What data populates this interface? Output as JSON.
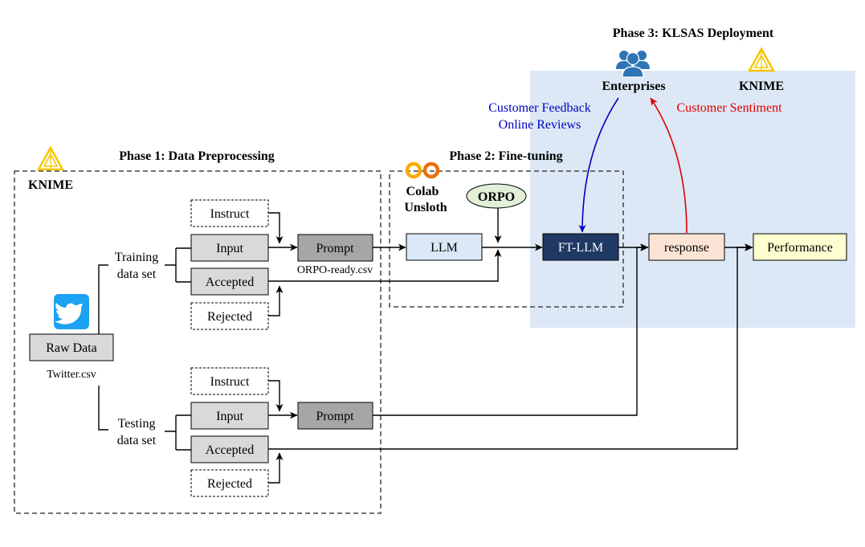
{
  "phases": {
    "phase1_title": "Phase 1: Data Preprocessing",
    "phase2_title": "Phase 2: Fine-tuning",
    "phase3_title": "Phase 3: KLSAS Deployment"
  },
  "platforms": {
    "knime_label_phase1": "KNIME",
    "knime_label_phase3": "KNIME",
    "colab_line1": "Colab",
    "colab_line2": "Unsloth",
    "enterprises": "Enterprises"
  },
  "source": {
    "raw_data": "Raw Data",
    "file": "Twitter.csv"
  },
  "training": {
    "label_line1": "Training",
    "label_line2": "data set",
    "instruct": "Instruct",
    "input": "Input",
    "accepted": "Accepted",
    "rejected": "Rejected",
    "prompt": "Prompt",
    "prompt_file": "ORPO-ready.csv"
  },
  "testing": {
    "label_line1": "Testing",
    "label_line2": "data set",
    "instruct": "Instruct",
    "input": "Input",
    "accepted": "Accepted",
    "rejected": "Rejected",
    "prompt": "Prompt"
  },
  "finetune": {
    "llm": "LLM",
    "orpo": "ORPO",
    "ft_llm": "FT-LLM"
  },
  "deployment": {
    "response": "response",
    "performance": "Performance",
    "feedback_line1": "Customer Feedback",
    "feedback_line2": "Online Reviews",
    "sentiment": "Customer Sentiment"
  },
  "colors": {
    "deployment_bg": "#dce8f5",
    "gray_box": "#d9d9d9",
    "prompt_box": "#a6a6a6",
    "llm_box": "#dae8f7",
    "ft_llm_box": "#1f3864",
    "response_box": "#fbe4d5",
    "performance_box": "#fefed0",
    "orpo_fill": "#e2efd9",
    "feedback_arrow": "#0000c0",
    "sentiment_arrow": "#e00000",
    "twitter_blue": "#1da1f2",
    "knime_yellow": "#f7c500"
  }
}
